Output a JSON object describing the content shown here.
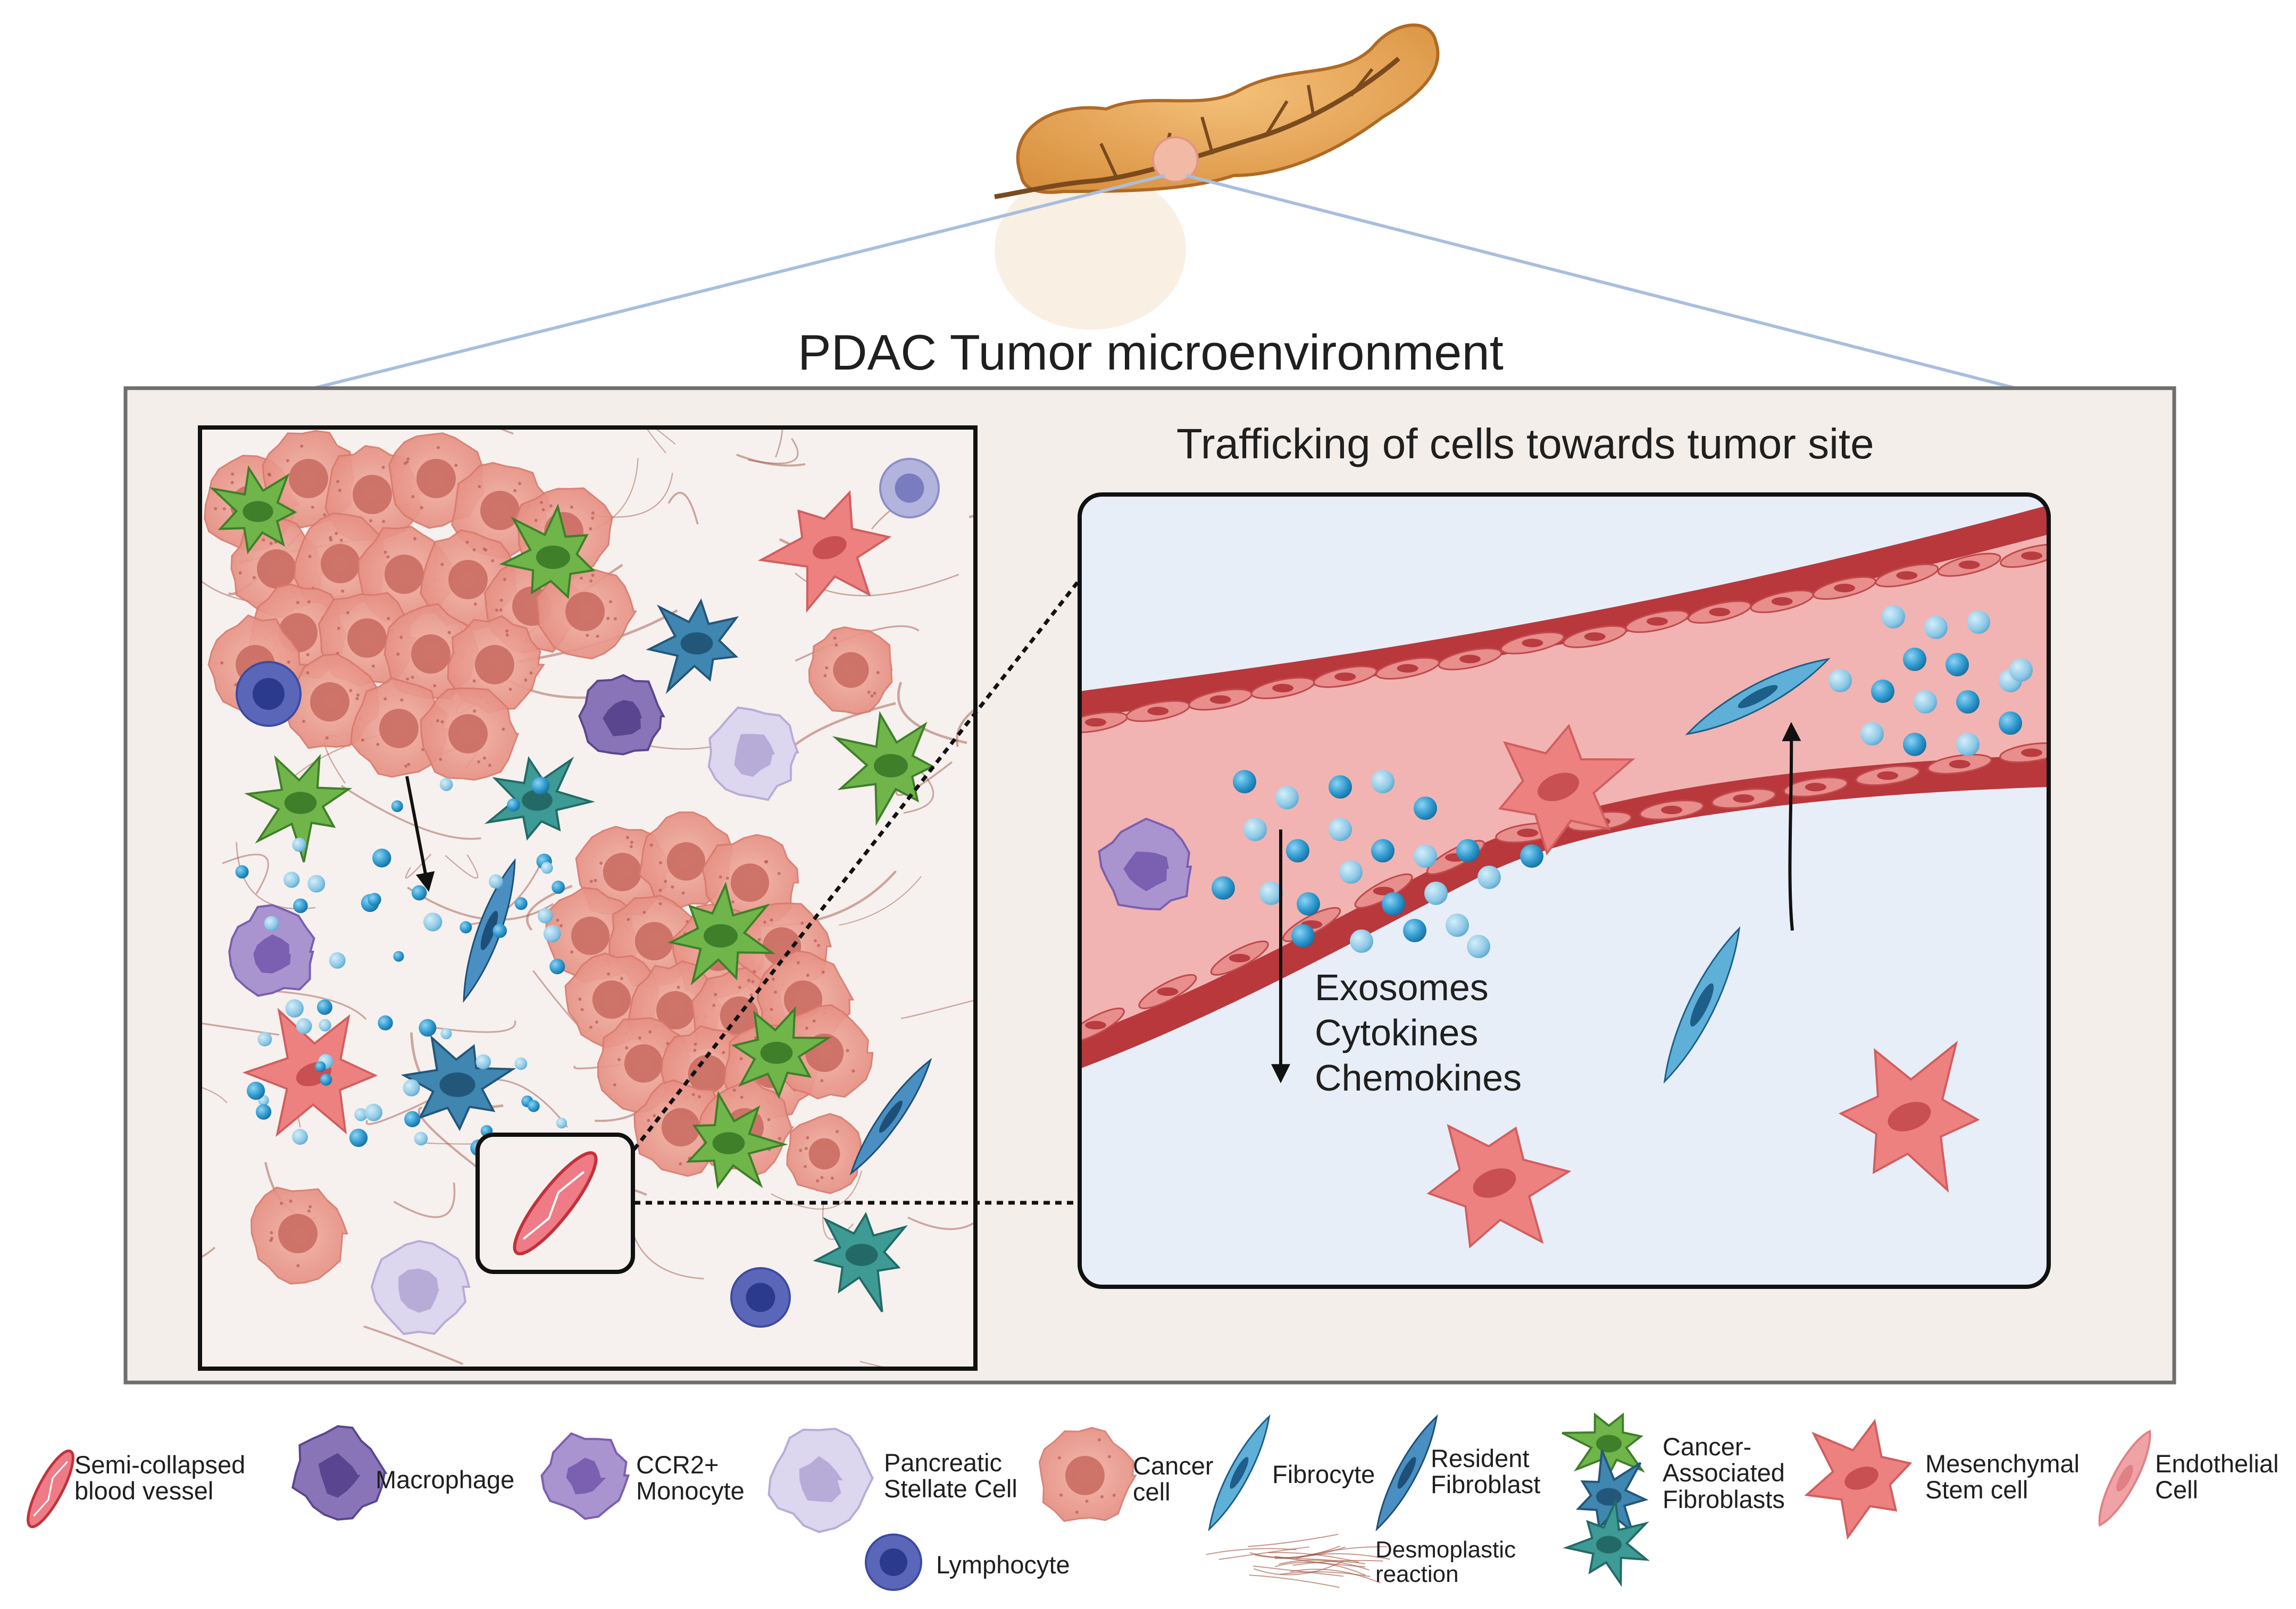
{
  "title": "PDAC Tumor microenvironment",
  "inset_title": "Trafficking of cells towards tumor site",
  "secretion_labels": [
    "Exosomes",
    "Cytokines",
    "Chemokines"
  ],
  "legend": {
    "semi_collapsed_vessel": "Semi-collapsed blood vessel",
    "macrophage": "Macrophage",
    "ccr2_monocyte": "CCR2+ Monocyte",
    "pancreatic_stellate": "Pancreatic Stellate Cell",
    "cancer_cell": "Cancer cell",
    "fibrocyte": "Fibrocyte",
    "resident_fibroblast": "Resident Fibroblast",
    "caf": "Cancer-Associated Fibroblasts",
    "msc": "Mesenchymal Stem cell",
    "endothelial": "Endothelial Cell",
    "lymphocyte": "Lymphocyte",
    "desmoplastic": "Desmoplastic reaction"
  },
  "colors": {
    "panel_bg": "#f3eeea",
    "panel_border": "#6e6e6e",
    "inset_bg": "#e8eef8",
    "vessel_wall": "#b8383c",
    "vessel_lumen": "#f1b7b5",
    "cancer_cell": "#e8948a",
    "caf_green": "#6fb54a",
    "caf_blue": "#3f86b0",
    "caf_teal": "#3d9a94",
    "msc": "#ec8180",
    "macrophage": "#8a74b8",
    "monocyte": "#a994cf",
    "stellate": "#dcd6ee",
    "lymphocyte": "#5a67b9",
    "fibrocyte": "#5fb0d8",
    "exosome": "#3aa2d3",
    "pancreas": "#e9a85a",
    "zoom_lines": "#a9bede"
  }
}
